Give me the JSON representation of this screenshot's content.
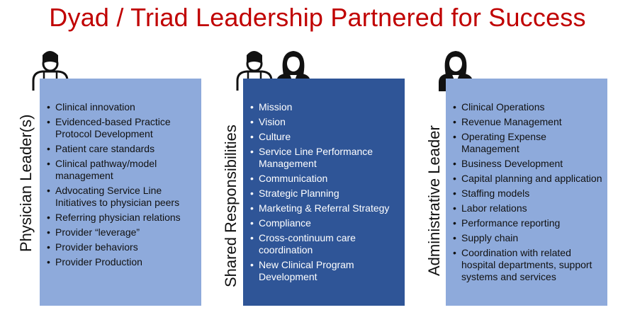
{
  "title": "Dyad / Triad Leadership Partnered for Success",
  "colors": {
    "title": "#c00000",
    "light_panel": "#8eaadb",
    "dark_panel": "#2f5597"
  },
  "columns": [
    {
      "label": "Physician Leader(s)",
      "icons": [
        "physician-icon"
      ],
      "items": [
        "Clinical innovation",
        "Evidenced-based Practice Protocol Development",
        "Patient care standards",
        "Clinical pathway/model management",
        "Advocating Service Line Initiatives to physician peers",
        "Referring physician relations",
        "Provider “leverage”",
        "Provider behaviors",
        "Provider Production"
      ]
    },
    {
      "label": "Shared Responsibilities",
      "icons": [
        "physician-icon",
        "administrator-icon"
      ],
      "items": [
        "Mission",
        "Vision",
        "Culture",
        "Service Line Performance Management",
        "Communication",
        "Strategic Planning",
        "Marketing & Referral Strategy",
        "Compliance",
        "Cross-continuum care coordination",
        "New Clinical Program Development"
      ]
    },
    {
      "label": "Administrative Leader",
      "icons": [
        "administrator-icon"
      ],
      "items": [
        "Clinical Operations",
        "Revenue Management",
        "Operating Expense Management",
        "Business Development",
        "Capital planning and application",
        "Staffing models",
        "Labor relations",
        "Performance reporting",
        "Supply chain",
        "Coordination with related hospital departments, support systems and services"
      ]
    }
  ]
}
